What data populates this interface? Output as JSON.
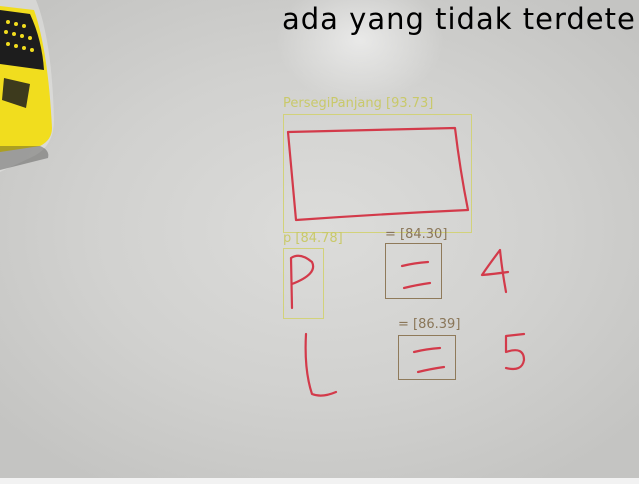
{
  "overlay": {
    "message": "ada yang tidak terdete"
  },
  "detections": [
    {
      "id": "rectangle",
      "label": "PersegiPanjang [93.73]",
      "color": "#d2d27a"
    },
    {
      "id": "p",
      "label": "p [84.78]",
      "color": "#d2d27a"
    },
    {
      "id": "equals-1",
      "label": "= [84.30]",
      "color": "#8f7a5a"
    },
    {
      "id": "equals-2",
      "label": "= [86.39]",
      "color": "#8f7a5a"
    }
  ],
  "colors": {
    "ink": "#d33a4a",
    "eraser": "#f4e01c",
    "whiteboard": "#d3d3d1"
  }
}
